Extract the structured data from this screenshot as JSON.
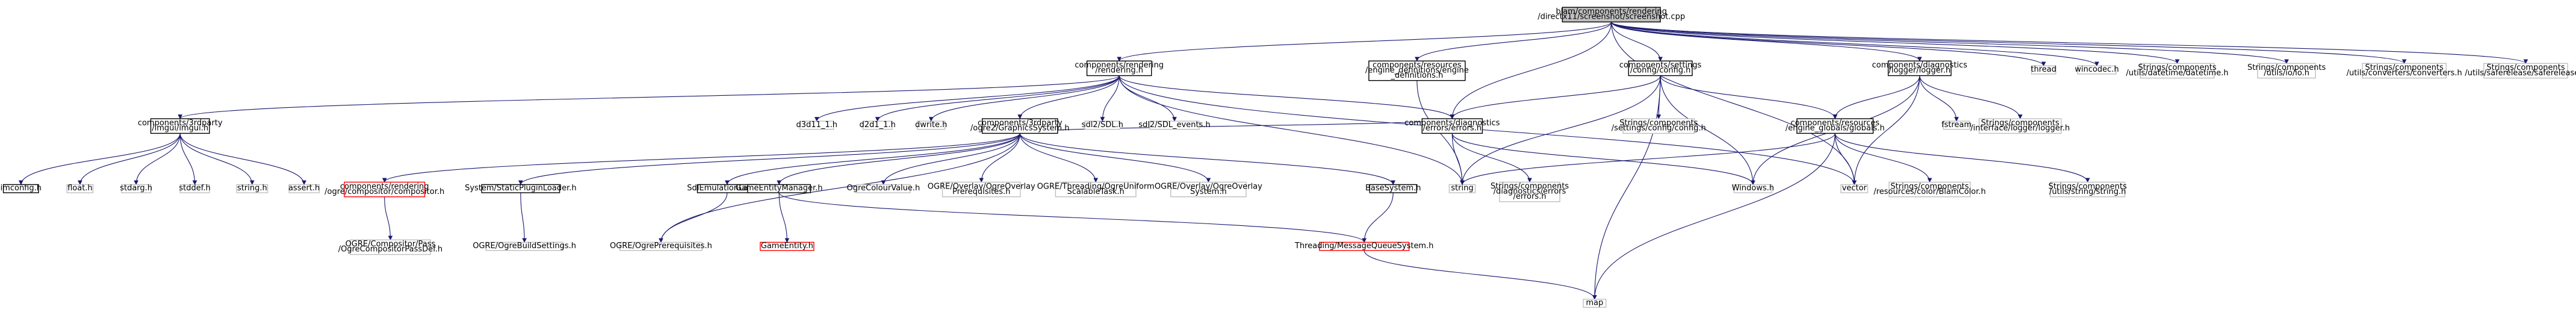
{
  "colors": {
    "edge": "#191970",
    "edge_purple": "#8b1a89",
    "edge_orange": "#e0782e",
    "border_normal": "#000000",
    "border_missing": "#bfbfbf",
    "border_red": "#ff0000",
    "root_fill": "#bfbfbf"
  },
  "nodes": [
    {
      "id": "root",
      "lines": [
        "blam/components/rendering",
        "/directx11/screenshot/screenshot.cpp"
      ],
      "style": "root"
    },
    {
      "id": "rendering",
      "lines": [
        "components/rendering",
        "/rendering.h"
      ],
      "style": "normal"
    },
    {
      "id": "res_engine_defs",
      "lines": [
        "components/resources",
        "/engine_definitions/engine",
        "_definitions.h"
      ],
      "style": "normal"
    },
    {
      "id": "settings_config",
      "lines": [
        "components/settings",
        "/config/config.h"
      ],
      "style": "normal"
    },
    {
      "id": "diag_logger",
      "lines": [
        "components/diagnostics",
        "/logger/logger.h"
      ],
      "style": "normal"
    },
    {
      "id": "thread",
      "lines": [
        "thread"
      ],
      "style": "missing"
    },
    {
      "id": "wrl_codec",
      "lines": [
        "wincodec.h"
      ],
      "style": "missing"
    },
    {
      "id": "datetime",
      "lines": [
        "Strings/components",
        "/utils/datetime/datetime.h"
      ],
      "style": "missing"
    },
    {
      "id": "io",
      "lines": [
        "Strings/components",
        "/utils/io/io.h"
      ],
      "style": "missing"
    },
    {
      "id": "converters",
      "lines": [
        "Strings/components",
        "/utils/converters/converters.h"
      ],
      "style": "missing"
    },
    {
      "id": "saferelease",
      "lines": [
        "Strings/components",
        "/utils/saferelease/saferelease.h"
      ],
      "style": "missing"
    },
    {
      "id": "imgui",
      "lines": [
        "components/3rdparty",
        "/imgui/imgui.h"
      ],
      "style": "normal"
    },
    {
      "id": "d3d11_1",
      "lines": [
        "d3d11_1.h"
      ],
      "style": "missing"
    },
    {
      "id": "d2d1_1",
      "lines": [
        "d2d1_1.h"
      ],
      "style": "missing"
    },
    {
      "id": "dwrite",
      "lines": [
        "dwrite.h"
      ],
      "style": "missing"
    },
    {
      "id": "ogre_graphics",
      "lines": [
        "components/3rdparty",
        "/ogre2/GraphicsSystem.h"
      ],
      "style": "normal"
    },
    {
      "id": "sdl2",
      "lines": [
        "sdl2/SDL.h"
      ],
      "style": "missing"
    },
    {
      "id": "sdl2_events",
      "lines": [
        "sdl2/SDL_events.h"
      ],
      "style": "missing"
    },
    {
      "id": "diag_errors",
      "lines": [
        "components/diagnostics",
        "/errors/errors.h"
      ],
      "style": "normal"
    },
    {
      "id": "settings_config_h",
      "lines": [
        "Strings/components",
        "/settings/config/config.h"
      ],
      "style": "missing"
    },
    {
      "id": "fstream",
      "lines": [
        "fstream"
      ],
      "style": "missing"
    },
    {
      "id": "res_globals",
      "lines": [
        "components/resources",
        "/engine_globals/globals.h"
      ],
      "style": "normal"
    },
    {
      "id": "iface_logger",
      "lines": [
        "Strings/components",
        "/interface/logger/logger.h"
      ],
      "style": "missing"
    },
    {
      "id": "imconfig",
      "lines": [
        "imconfig.h"
      ],
      "style": "normal"
    },
    {
      "id": "float",
      "lines": [
        "float.h"
      ],
      "style": "missing"
    },
    {
      "id": "stdarg",
      "lines": [
        "stdarg.h"
      ],
      "style": "missing"
    },
    {
      "id": "stddef",
      "lines": [
        "stddef.h"
      ],
      "style": "missing"
    },
    {
      "id": "string_h",
      "lines": [
        "string.h"
      ],
      "style": "missing"
    },
    {
      "id": "assert",
      "lines": [
        "assert.h"
      ],
      "style": "missing"
    },
    {
      "id": "compositor",
      "lines": [
        "components/rendering",
        "/ogre/compositor/compositor.h"
      ],
      "style": "red"
    },
    {
      "id": "static_plugin",
      "lines": [
        "System/StaticPluginLoader.h"
      ],
      "style": "normal"
    },
    {
      "id": "sdl_emu",
      "lines": [
        "SdlEmulationLayer.h"
      ],
      "style": "normal"
    },
    {
      "id": "game_entity_mgr",
      "lines": [
        "GameEntityManager.h"
      ],
      "style": "normal"
    },
    {
      "id": "ogre_colour",
      "lines": [
        "OgreColourValue.h"
      ],
      "style": "missing"
    },
    {
      "id": "ogre_overlay_prereq",
      "lines": [
        "OGRE/Overlay/OgreOverlay",
        "Prerequisites.h"
      ],
      "style": "missing"
    },
    {
      "id": "ogre_uniform",
      "lines": [
        "OGRE/Threading/OgreUniform",
        "ScalableTask.h"
      ],
      "style": "missing"
    },
    {
      "id": "ogre_overlay_system",
      "lines": [
        "OGRE/Overlay/OgreOverlay",
        "System.h"
      ],
      "style": "missing"
    },
    {
      "id": "base_system",
      "lines": [
        "BaseSystem.h"
      ],
      "style": "normal"
    },
    {
      "id": "string",
      "lines": [
        "string"
      ],
      "style": "missing"
    },
    {
      "id": "diag_errors_h",
      "lines": [
        "Strings/components",
        "/diagnostics/errors",
        "/errors.h"
      ],
      "style": "missing"
    },
    {
      "id": "windows",
      "lines": [
        "Windows.h"
      ],
      "style": "missing"
    },
    {
      "id": "vector",
      "lines": [
        "vector"
      ],
      "style": "missing"
    },
    {
      "id": "color_blam",
      "lines": [
        "Strings/components",
        "/resources/color/BlamColor.h"
      ],
      "style": "missing"
    },
    {
      "id": "util_string",
      "lines": [
        "Strings/components",
        "/utils/string/string.h"
      ],
      "style": "missing"
    },
    {
      "id": "compositor_pass",
      "lines": [
        "OGRE/Compositor/Pass",
        "/OgreCompositorPassDef.h"
      ],
      "style": "missing"
    },
    {
      "id": "ogre_build",
      "lines": [
        "OGRE/OgreBuildSettings.h"
      ],
      "style": "missing"
    },
    {
      "id": "ogre_prereq",
      "lines": [
        "OGRE/OgrePrerequisites.h"
      ],
      "style": "missing"
    },
    {
      "id": "game_entity",
      "lines": [
        "GameEntity.h"
      ],
      "style": "red"
    },
    {
      "id": "msg_queue",
      "lines": [
        "Threading/MessageQueueSystem.h"
      ],
      "style": "red"
    },
    {
      "id": "map",
      "lines": [
        "map"
      ],
      "style": "missing"
    }
  ],
  "edges": [
    [
      "root",
      "rendering"
    ],
    [
      "root",
      "res_engine_defs"
    ],
    [
      "root",
      "settings_config"
    ],
    [
      "root",
      "diag_logger"
    ],
    [
      "root",
      "thread"
    ],
    [
      "root",
      "wrl_codec"
    ],
    [
      "root",
      "datetime"
    ],
    [
      "root",
      "io"
    ],
    [
      "root",
      "converters"
    ],
    [
      "root",
      "saferelease"
    ],
    [
      "root",
      "diag_errors"
    ],
    [
      "root",
      "vector"
    ],
    [
      "rendering",
      "imgui"
    ],
    [
      "rendering",
      "d3d11_1"
    ],
    [
      "rendering",
      "d2d1_1"
    ],
    [
      "rendering",
      "dwrite"
    ],
    [
      "rendering",
      "ogre_graphics"
    ],
    [
      "rendering",
      "sdl2"
    ],
    [
      "rendering",
      "sdl2_events"
    ],
    [
      "rendering",
      "diag_errors"
    ],
    [
      "rendering",
      "string"
    ],
    [
      "rendering",
      "vector"
    ],
    [
      "res_engine_defs",
      "string"
    ],
    [
      "settings_config",
      "diag_errors"
    ],
    [
      "settings_config",
      "settings_config_h"
    ],
    [
      "settings_config",
      "res_globals"
    ],
    [
      "settings_config",
      "string"
    ],
    [
      "settings_config",
      "windows"
    ],
    [
      "settings_config",
      "map"
    ],
    [
      "diag_logger",
      "fstream"
    ],
    [
      "diag_logger",
      "res_globals"
    ],
    [
      "diag_logger",
      "iface_logger"
    ],
    [
      "diag_logger",
      "windows"
    ],
    [
      "diag_logger",
      "vector"
    ],
    [
      "imgui",
      "imconfig"
    ],
    [
      "imgui",
      "float"
    ],
    [
      "imgui",
      "stdarg"
    ],
    [
      "imgui",
      "stddef"
    ],
    [
      "imgui",
      "string_h"
    ],
    [
      "imgui",
      "assert"
    ],
    [
      "ogre_graphics",
      "compositor"
    ],
    [
      "ogre_graphics",
      "static_plugin"
    ],
    [
      "ogre_graphics",
      "sdl_emu"
    ],
    [
      "ogre_graphics",
      "game_entity_mgr"
    ],
    [
      "ogre_graphics",
      "ogre_colour"
    ],
    [
      "ogre_graphics",
      "ogre_overlay_prereq"
    ],
    [
      "ogre_graphics",
      "ogre_uniform"
    ],
    [
      "ogre_graphics",
      "ogre_overlay_system"
    ],
    [
      "ogre_graphics",
      "base_system"
    ],
    [
      "ogre_graphics",
      "ogre_prereq"
    ],
    [
      "ogre_graphics",
      "diag_errors"
    ],
    [
      "diag_errors",
      "string"
    ],
    [
      "diag_errors",
      "diag_errors_h"
    ],
    [
      "diag_errors",
      "windows"
    ],
    [
      "res_globals",
      "string"
    ],
    [
      "res_globals",
      "vector"
    ],
    [
      "res_globals",
      "color_blam"
    ],
    [
      "res_globals",
      "util_string"
    ],
    [
      "res_globals",
      "map"
    ],
    [
      "compositor",
      "compositor_pass"
    ],
    [
      "static_plugin",
      "ogre_build"
    ],
    [
      "sdl_emu",
      "ogre_prereq"
    ],
    [
      "game_entity_mgr",
      "game_entity"
    ],
    [
      "game_entity_mgr",
      "msg_queue"
    ],
    [
      "base_system",
      "msg_queue"
    ],
    [
      "msg_queue",
      "map"
    ]
  ]
}
